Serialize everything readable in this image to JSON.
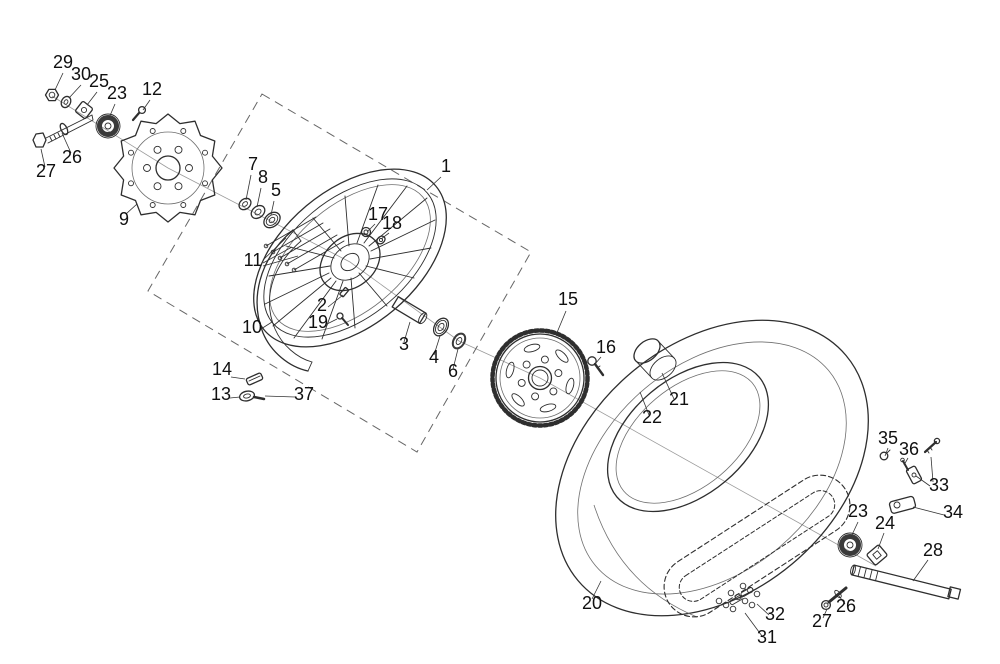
{
  "labels": [
    "29",
    "30",
    "25",
    "23",
    "12",
    "26",
    "27",
    "9",
    "7",
    "8",
    "5",
    "1",
    "17",
    "18",
    "11",
    "2",
    "19",
    "10",
    "3",
    "4",
    "6",
    "15",
    "16",
    "21",
    "22",
    "14",
    "13",
    "37",
    "35",
    "36",
    "33",
    "34",
    "23",
    "24",
    "28",
    "20",
    "26",
    "27",
    "32",
    "31"
  ],
  "colors": {
    "line": "#2e2e2e",
    "label": "#101010",
    "dashed_box": "#666666",
    "background": "#ffffff"
  }
}
